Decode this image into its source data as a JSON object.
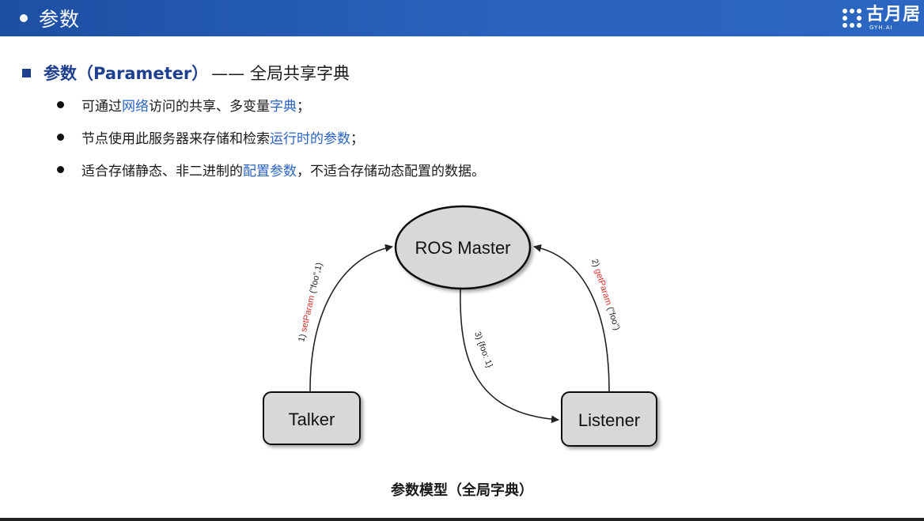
{
  "header": {
    "title": "参数",
    "logo_cn": "古月居",
    "logo_en": "GYH.AI"
  },
  "section": {
    "head": "参数（Parameter）",
    "rest": "—— 全局共享字典"
  },
  "bullets": [
    [
      {
        "text": "可通过",
        "hl": false
      },
      {
        "text": "网络",
        "hl": true
      },
      {
        "text": "访问的共享、多变量",
        "hl": false
      },
      {
        "text": "字典",
        "hl": true
      },
      {
        "text": "；",
        "hl": false
      }
    ],
    [
      {
        "text": "节点使用此服务器来存储和检索",
        "hl": false
      },
      {
        "text": "运行时的参数",
        "hl": true
      },
      {
        "text": "；",
        "hl": false
      }
    ],
    [
      {
        "text": "适合存储静态、非二进制的",
        "hl": false
      },
      {
        "text": "配置参数",
        "hl": true
      },
      {
        "text": "，不适合存储动态配置的数据。",
        "hl": false
      }
    ]
  ],
  "diagram": {
    "master": "ROS Master",
    "talker": "Talker",
    "listener": "Listener",
    "edge1_num": "1)",
    "edge1_call": "setParam",
    "edge1_args": "(\"foo\",1)",
    "edge2_num": "2)",
    "edge2_call": "getParam",
    "edge2_args": "(\"foo\")",
    "edge3": "3) {foo: 1}"
  },
  "colors": {
    "header_bg": "#2a5fb8",
    "heading": "#1f3f8f",
    "highlight": "#2a63c4",
    "edge_call": "#d9302c"
  },
  "caption": "参数模型（全局字典）"
}
